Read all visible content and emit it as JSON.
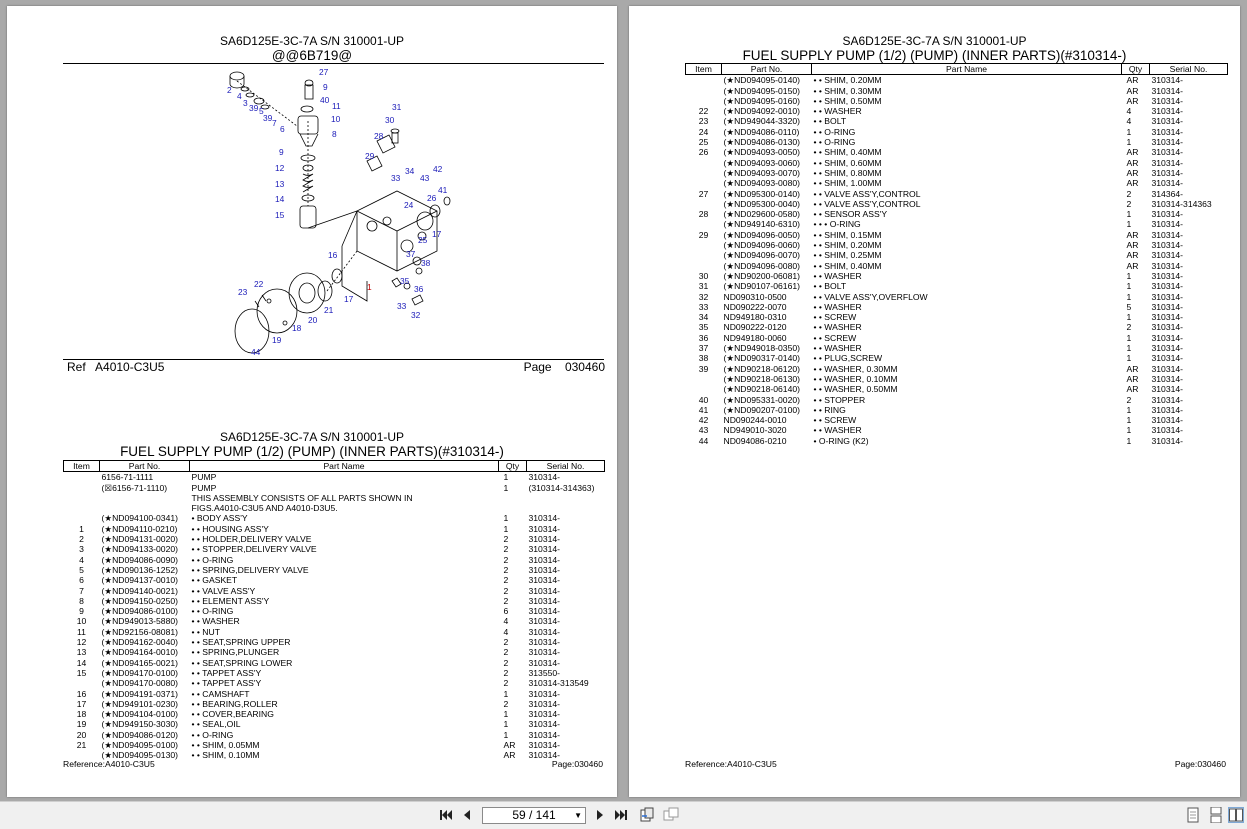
{
  "left": {
    "top_title": "SA6D125E-3C-7A S/N 310001-UP",
    "top_subtitle": "@@6B719@",
    "ref_label": "Ref",
    "ref_value": "A4010-C3U5",
    "page_label": "Page",
    "page_value": "030460",
    "table_title1": "SA6D125E-3C-7A S/N 310001-UP",
    "table_title2": "FUEL SUPPLY PUMP (1/2) (PUMP) (INNER PARTS)(#310314-)",
    "footer_ref": "Reference:A4010-C3U5",
    "footer_page": "Page:030460"
  },
  "right": {
    "table_title1": "SA6D125E-3C-7A S/N 310001-UP",
    "table_title2": "FUEL SUPPLY PUMP (1/2) (PUMP) (INNER PARTS)(#310314-)",
    "footer_ref": "Reference:A4010-C3U5",
    "footer_page": "Page:030460"
  },
  "headers": {
    "item": "Item",
    "part_no": "Part No.",
    "part_name": "Part Name",
    "qty": "Qty",
    "serial": "Serial No."
  },
  "diagram_labels": [
    "27",
    "2",
    "4",
    "9",
    "3",
    "39",
    "5",
    "39",
    "7",
    "6",
    "40",
    "11",
    "10",
    "8",
    "31",
    "30",
    "28",
    "29",
    "9",
    "12",
    "13",
    "14",
    "15",
    "34",
    "42",
    "33",
    "43",
    "41",
    "26",
    "24",
    "17",
    "25",
    "16",
    "37",
    "38",
    "35",
    "36",
    "1",
    "33",
    "32",
    "17",
    "21",
    "20",
    "23",
    "22",
    "18",
    "19",
    "44"
  ],
  "left_rows": [
    [
      "",
      "6156-71-1111",
      "PUMP",
      "1",
      "310314-"
    ],
    [
      "",
      "(☒6156-71-1110)",
      "PUMP",
      "1",
      "(310314-314363)"
    ],
    [
      "",
      "",
      "THIS ASSEMBLY CONSISTS OF ALL PARTS SHOWN IN",
      "",
      ""
    ],
    [
      "",
      "",
      "FIGS.A4010-C3U5 AND A4010-D3U5.",
      "",
      ""
    ],
    [
      "",
      "(★ND094100-0341)",
      "• BODY ASS'Y",
      "1",
      "310314-"
    ],
    [
      "1",
      "(★ND094110-0210)",
      "• • HOUSING ASS'Y",
      "1",
      "310314-"
    ],
    [
      "2",
      "(★ND094131-0020)",
      "• • HOLDER,DELIVERY VALVE",
      "2",
      "310314-"
    ],
    [
      "3",
      "(★ND094133-0020)",
      "• • STOPPER,DELIVERY VALVE",
      "2",
      "310314-"
    ],
    [
      "4",
      "(★ND094086-0090)",
      "• • O-RING",
      "2",
      "310314-"
    ],
    [
      "5",
      "(★ND090136-1252)",
      "• • SPRING,DELIVERY VALVE",
      "2",
      "310314-"
    ],
    [
      "6",
      "(★ND094137-0010)",
      "• • GASKET",
      "2",
      "310314-"
    ],
    [
      "7",
      "(★ND094140-0021)",
      "• • VALVE ASS'Y",
      "2",
      "310314-"
    ],
    [
      "8",
      "(★ND094150-0250)",
      "• • ELEMENT ASS'Y",
      "2",
      "310314-"
    ],
    [
      "9",
      "(★ND094086-0100)",
      "• • O-RING",
      "6",
      "310314-"
    ],
    [
      "10",
      "(★ND949013-5880)",
      "• • WASHER",
      "4",
      "310314-"
    ],
    [
      "11",
      "(★ND92156-08081)",
      "• • NUT",
      "4",
      "310314-"
    ],
    [
      "12",
      "(★ND094162-0040)",
      "• • SEAT,SPRING UPPER",
      "2",
      "310314-"
    ],
    [
      "13",
      "(★ND094164-0010)",
      "• • SPRING,PLUNGER",
      "2",
      "310314-"
    ],
    [
      "14",
      "(★ND094165-0021)",
      "• • SEAT,SPRING LOWER",
      "2",
      "310314-"
    ],
    [
      "15",
      "(★ND094170-0100)",
      "• • TAPPET ASS'Y",
      "2",
      "313550-"
    ],
    [
      "",
      "(★ND094170-0080)",
      "• • TAPPET ASS'Y",
      "2",
      "310314-313549"
    ],
    [
      "16",
      "(★ND094191-0371)",
      "• • CAMSHAFT",
      "1",
      "310314-"
    ],
    [
      "17",
      "(★ND949101-0230)",
      "• • BEARING,ROLLER",
      "2",
      "310314-"
    ],
    [
      "18",
      "(★ND094104-0100)",
      "• • COVER,BEARING",
      "1",
      "310314-"
    ],
    [
      "19",
      "(★ND949150-3030)",
      "• • SEAL,OIL",
      "1",
      "310314-"
    ],
    [
      "20",
      "(★ND094086-0120)",
      "• • O-RING",
      "1",
      "310314-"
    ],
    [
      "21",
      "(★ND094095-0100)",
      "• • SHIM, 0.05MM",
      "AR",
      "310314-"
    ],
    [
      "",
      "(★ND094095-0130)",
      "• • SHIM, 0.10MM",
      "AR",
      "310314-"
    ]
  ],
  "right_rows": [
    [
      "",
      "(★ND094095-0140)",
      "• • SHIM, 0.20MM",
      "AR",
      "310314-"
    ],
    [
      "",
      "(★ND094095-0150)",
      "• • SHIM, 0.30MM",
      "AR",
      "310314-"
    ],
    [
      "",
      "(★ND094095-0160)",
      "• • SHIM, 0.50MM",
      "AR",
      "310314-"
    ],
    [
      "22",
      "(★ND094092-0010)",
      "• • WASHER",
      "4",
      "310314-"
    ],
    [
      "23",
      "(★ND949044-3320)",
      "• • BOLT",
      "4",
      "310314-"
    ],
    [
      "24",
      "(★ND094086-0110)",
      "• • O-RING",
      "1",
      "310314-"
    ],
    [
      "25",
      "(★ND094086-0130)",
      "• • O-RING",
      "1",
      "310314-"
    ],
    [
      "26",
      "(★ND094093-0050)",
      "• • SHIM, 0.40MM",
      "AR",
      "310314-"
    ],
    [
      "",
      "(★ND094093-0060)",
      "• • SHIM, 0.60MM",
      "AR",
      "310314-"
    ],
    [
      "",
      "(★ND094093-0070)",
      "• • SHIM, 0.80MM",
      "AR",
      "310314-"
    ],
    [
      "",
      "(★ND094093-0080)",
      "• • SHIM, 1.00MM",
      "AR",
      "310314-"
    ],
    [
      "27",
      "(★ND095300-0140)",
      "• • VALVE ASS'Y,CONTROL",
      "2",
      "314364-"
    ],
    [
      "",
      "(★ND095300-0040)",
      "• • VALVE ASS'Y,CONTROL",
      "2",
      "310314-314363"
    ],
    [
      "28",
      "(★ND029600-0580)",
      "• • SENSOR ASS'Y",
      "1",
      "310314-"
    ],
    [
      "",
      "(★ND949140-6310)",
      "• • • O-RING",
      "1",
      "310314-"
    ],
    [
      "29",
      "(★ND094096-0050)",
      "• • SHIM, 0.15MM",
      "AR",
      "310314-"
    ],
    [
      "",
      "(★ND094096-0060)",
      "• • SHIM, 0.20MM",
      "AR",
      "310314-"
    ],
    [
      "",
      "(★ND094096-0070)",
      "• • SHIM, 0.25MM",
      "AR",
      "310314-"
    ],
    [
      "",
      "(★ND094096-0080)",
      "• • SHIM, 0.40MM",
      "AR",
      "310314-"
    ],
    [
      "30",
      "(★ND90200-06081)",
      "• • WASHER",
      "1",
      "310314-"
    ],
    [
      "31",
      "(★ND90107-06161)",
      "• • BOLT",
      "1",
      "310314-"
    ],
    [
      "32",
      "ND090310-0500",
      "• • VALVE ASS'Y,OVERFLOW",
      "1",
      "310314-"
    ],
    [
      "33",
      "ND090222-0070",
      "• • WASHER",
      "5",
      "310314-"
    ],
    [
      "34",
      "ND949180-0310",
      "• • SCREW",
      "1",
      "310314-"
    ],
    [
      "35",
      "ND090222-0120",
      "• • WASHER",
      "2",
      "310314-"
    ],
    [
      "36",
      "ND949180-0060",
      "• • SCREW",
      "1",
      "310314-"
    ],
    [
      "37",
      "(★ND949018-0350)",
      "• • WASHER",
      "1",
      "310314-"
    ],
    [
      "38",
      "(★ND090317-0140)",
      "• • PLUG,SCREW",
      "1",
      "310314-"
    ],
    [
      "39",
      "(★ND90218-06120)",
      "• • WASHER, 0.30MM",
      "AR",
      "310314-"
    ],
    [
      "",
      "(★ND90218-06130)",
      "• • WASHER, 0.10MM",
      "AR",
      "310314-"
    ],
    [
      "",
      "(★ND90218-06140)",
      "• • WASHER, 0.50MM",
      "AR",
      "310314-"
    ],
    [
      "40",
      "(★ND095331-0020)",
      "• • STOPPER",
      "2",
      "310314-"
    ],
    [
      "41",
      "(★ND090207-0100)",
      "• • RING",
      "1",
      "310314-"
    ],
    [
      "42",
      "ND090244-0010",
      "• • SCREW",
      "1",
      "310314-"
    ],
    [
      "43",
      "ND949010-3020",
      "• • WASHER",
      "1",
      "310314-"
    ],
    [
      "44",
      "ND094086-0210",
      "• O-RING (K2)",
      "1",
      "310314-"
    ]
  ],
  "toolbar": {
    "page_indicator": "59 / 141",
    "icons": [
      "first-page-icon",
      "prev-page-icon",
      "next-page-icon",
      "last-page-icon",
      "rotate-icon",
      "fit-icon",
      "single-page-icon",
      "continuous-icon",
      "two-page-icon"
    ]
  }
}
